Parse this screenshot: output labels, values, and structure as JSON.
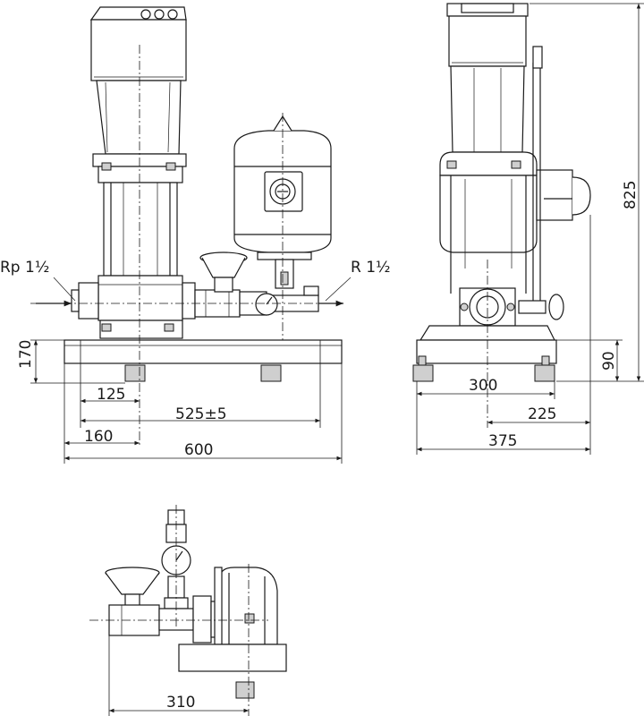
{
  "labels": {
    "inlet": "Rp 1½",
    "outlet": "R 1½"
  },
  "dimensions": {
    "front_height": "170",
    "front_foot": "125",
    "front_axis": "525±5",
    "front_inlet": "160",
    "front_width": "600",
    "side_height": "825",
    "side_base": "90",
    "side_foot": "300",
    "side_axis": "225",
    "side_depth": "375",
    "top_depth": "310"
  }
}
